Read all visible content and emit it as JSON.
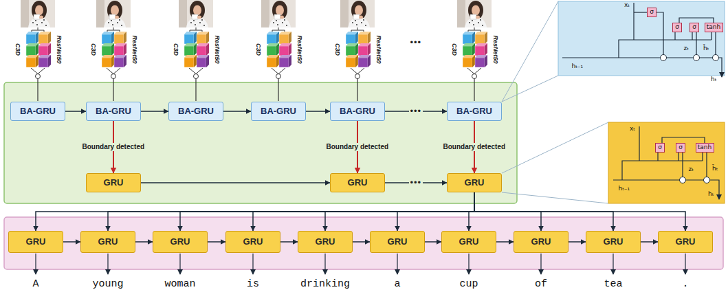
{
  "diagram": {
    "nodes": [
      {
        "text": [
          "BA-GRU"
        ]
      },
      {
        "text": [
          "BA-GRU"
        ]
      },
      {
        "text": [
          "BA-GRU"
        ]
      },
      {
        "text": [
          "BA-GRU"
        ]
      },
      {
        "text": [
          "BA-GRU"
        ]
      },
      {
        "text": [
          "BA-GRU"
        ]
      },
      {
        "text": [
          "GRU"
        ]
      },
      {
        "text": [
          "GRU"
        ]
      },
      {
        "text": [
          "GRU"
        ]
      },
      {
        "text": [
          "GRU"
        ]
      },
      {
        "text": [
          "GRU"
        ]
      },
      {
        "text": [
          "GRU"
        ]
      },
      {
        "text": [
          "GRU"
        ]
      },
      {
        "text": [
          "GRU"
        ]
      },
      {
        "text": [
          "GRU"
        ]
      },
      {
        "text": [
          "GRU"
        ]
      },
      {
        "text": [
          "GRU"
        ]
      },
      {
        "text": [
          "GRU"
        ]
      },
      {
        "text": [
          "GRU"
        ]
      },
      {
        "text": [
          "σ"
        ]
      },
      {
        "text": [
          "σ"
        ]
      },
      {
        "text": [
          "σ"
        ]
      },
      {
        "text": [
          "tanh"
        ]
      },
      {
        "text": [
          "σ"
        ]
      },
      {
        "text": [
          "σ"
        ]
      },
      {
        "text": [
          "tanh"
        ]
      }
    ],
    "edges": [
      {
        "from": 0,
        "to": 1,
        "arrow": "to"
      },
      {
        "from": 1,
        "to": 2,
        "arrow": "to"
      },
      {
        "from": 2,
        "to": 3,
        "arrow": "to"
      },
      {
        "from": 3,
        "to": 4,
        "arrow": "to"
      },
      {
        "from": 4,
        "to": 5,
        "arrow": "to"
      },
      {
        "from": 1,
        "to": 6,
        "label": "Boundary detected",
        "arrow": "to"
      },
      {
        "from": 4,
        "to": 7,
        "label": "Boundary detected",
        "arrow": "to"
      },
      {
        "from": 5,
        "to": 8,
        "label": "Boundary detected",
        "arrow": "to"
      },
      {
        "from": 6,
        "to": 7,
        "arrow": "to"
      },
      {
        "from": 7,
        "to": 8,
        "arrow": "to"
      },
      {
        "from": 8,
        "to": 9,
        "arrow": "to"
      },
      {
        "from": 8,
        "to": 10,
        "arrow": "to"
      },
      {
        "from": 8,
        "to": 11,
        "arrow": "to"
      },
      {
        "from": 8,
        "to": 12,
        "arrow": "to"
      },
      {
        "from": 8,
        "to": 13,
        "arrow": "to"
      },
      {
        "from": 8,
        "to": 14,
        "arrow": "to"
      },
      {
        "from": 8,
        "to": 15,
        "arrow": "to"
      },
      {
        "from": 8,
        "to": 16,
        "arrow": "to"
      },
      {
        "from": 8,
        "to": 17,
        "arrow": "to"
      },
      {
        "from": 8,
        "to": 18,
        "arrow": "to"
      },
      {
        "from": 9,
        "to": 10,
        "arrow": "to"
      },
      {
        "from": 10,
        "to": 11,
        "arrow": "to"
      },
      {
        "from": 11,
        "to": 12,
        "arrow": "to"
      },
      {
        "from": 12,
        "to": 13,
        "arrow": "to"
      },
      {
        "from": 13,
        "to": 14,
        "arrow": "to"
      },
      {
        "from": 14,
        "to": 15,
        "arrow": "to"
      },
      {
        "from": 15,
        "to": 16,
        "arrow": "to"
      },
      {
        "from": 16,
        "to": 17,
        "arrow": "to"
      },
      {
        "from": 17,
        "to": 18,
        "arrow": "to"
      }
    ],
    "labels": [
      "C3D",
      "ResNet50",
      "C3D",
      "ResNet50",
      "C3D",
      "ResNet50",
      "C3D",
      "ResNet50",
      "C3D",
      "ResNet50",
      "C3D",
      "ResNet50",
      "•••",
      "•••",
      "•••",
      "A",
      "young",
      "woman",
      "is",
      "drinking",
      "a",
      "cup",
      "of",
      "tea",
      ".",
      "xₜ",
      "hₜ₋₁",
      "hₜ",
      "zₜ",
      "h̃ₜ",
      "xₜ",
      "hₜ₋₁",
      "hₜ",
      "zₜ",
      "h̃ₜ"
    ]
  }
}
